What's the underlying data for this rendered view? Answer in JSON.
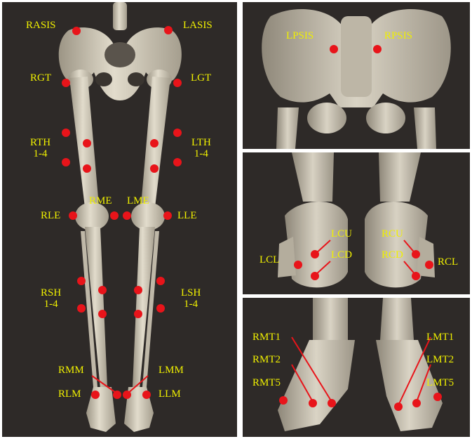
{
  "colors": {
    "background": "#2e2a28",
    "bone": "#d8d2c2",
    "bone_shadow": "#a9a292",
    "label": "#f0f000",
    "marker": "#e8141a"
  },
  "legs_panel": {
    "labels": {
      "rasis": "RASIS",
      "lasis": "LASIS",
      "rgt": "RGT",
      "lgt": "LGT",
      "rth": "RTH",
      "rth_range": "1-4",
      "lth": "LTH",
      "lth_range": "1-4",
      "rle": "RLE",
      "rme": "RME",
      "lme": "LME",
      "lle": "LLE",
      "rsh": "RSH",
      "rsh_range": "1-4",
      "lsh": "LSH",
      "lsh_range": "1-4",
      "rmm": "RMM",
      "lmm": "LMM",
      "rlm": "RLM",
      "llm": "LLM"
    }
  },
  "pelvis_panel": {
    "labels": {
      "lpsis": "LPSIS",
      "rpsis": "RPSIS"
    }
  },
  "heel_panel": {
    "labels": {
      "lcu": "LCU",
      "lcd": "LCD",
      "lcl": "LCL",
      "rcu": "RCU",
      "rcd": "RCD",
      "rcl": "RCL"
    }
  },
  "foot_panel": {
    "labels": {
      "rmt1": "RMT1",
      "rmt2": "RMT2",
      "rmt5": "RMT5",
      "lmt1": "LMT1",
      "lmt2": "LMT2",
      "lmt5": "LMT5"
    }
  }
}
